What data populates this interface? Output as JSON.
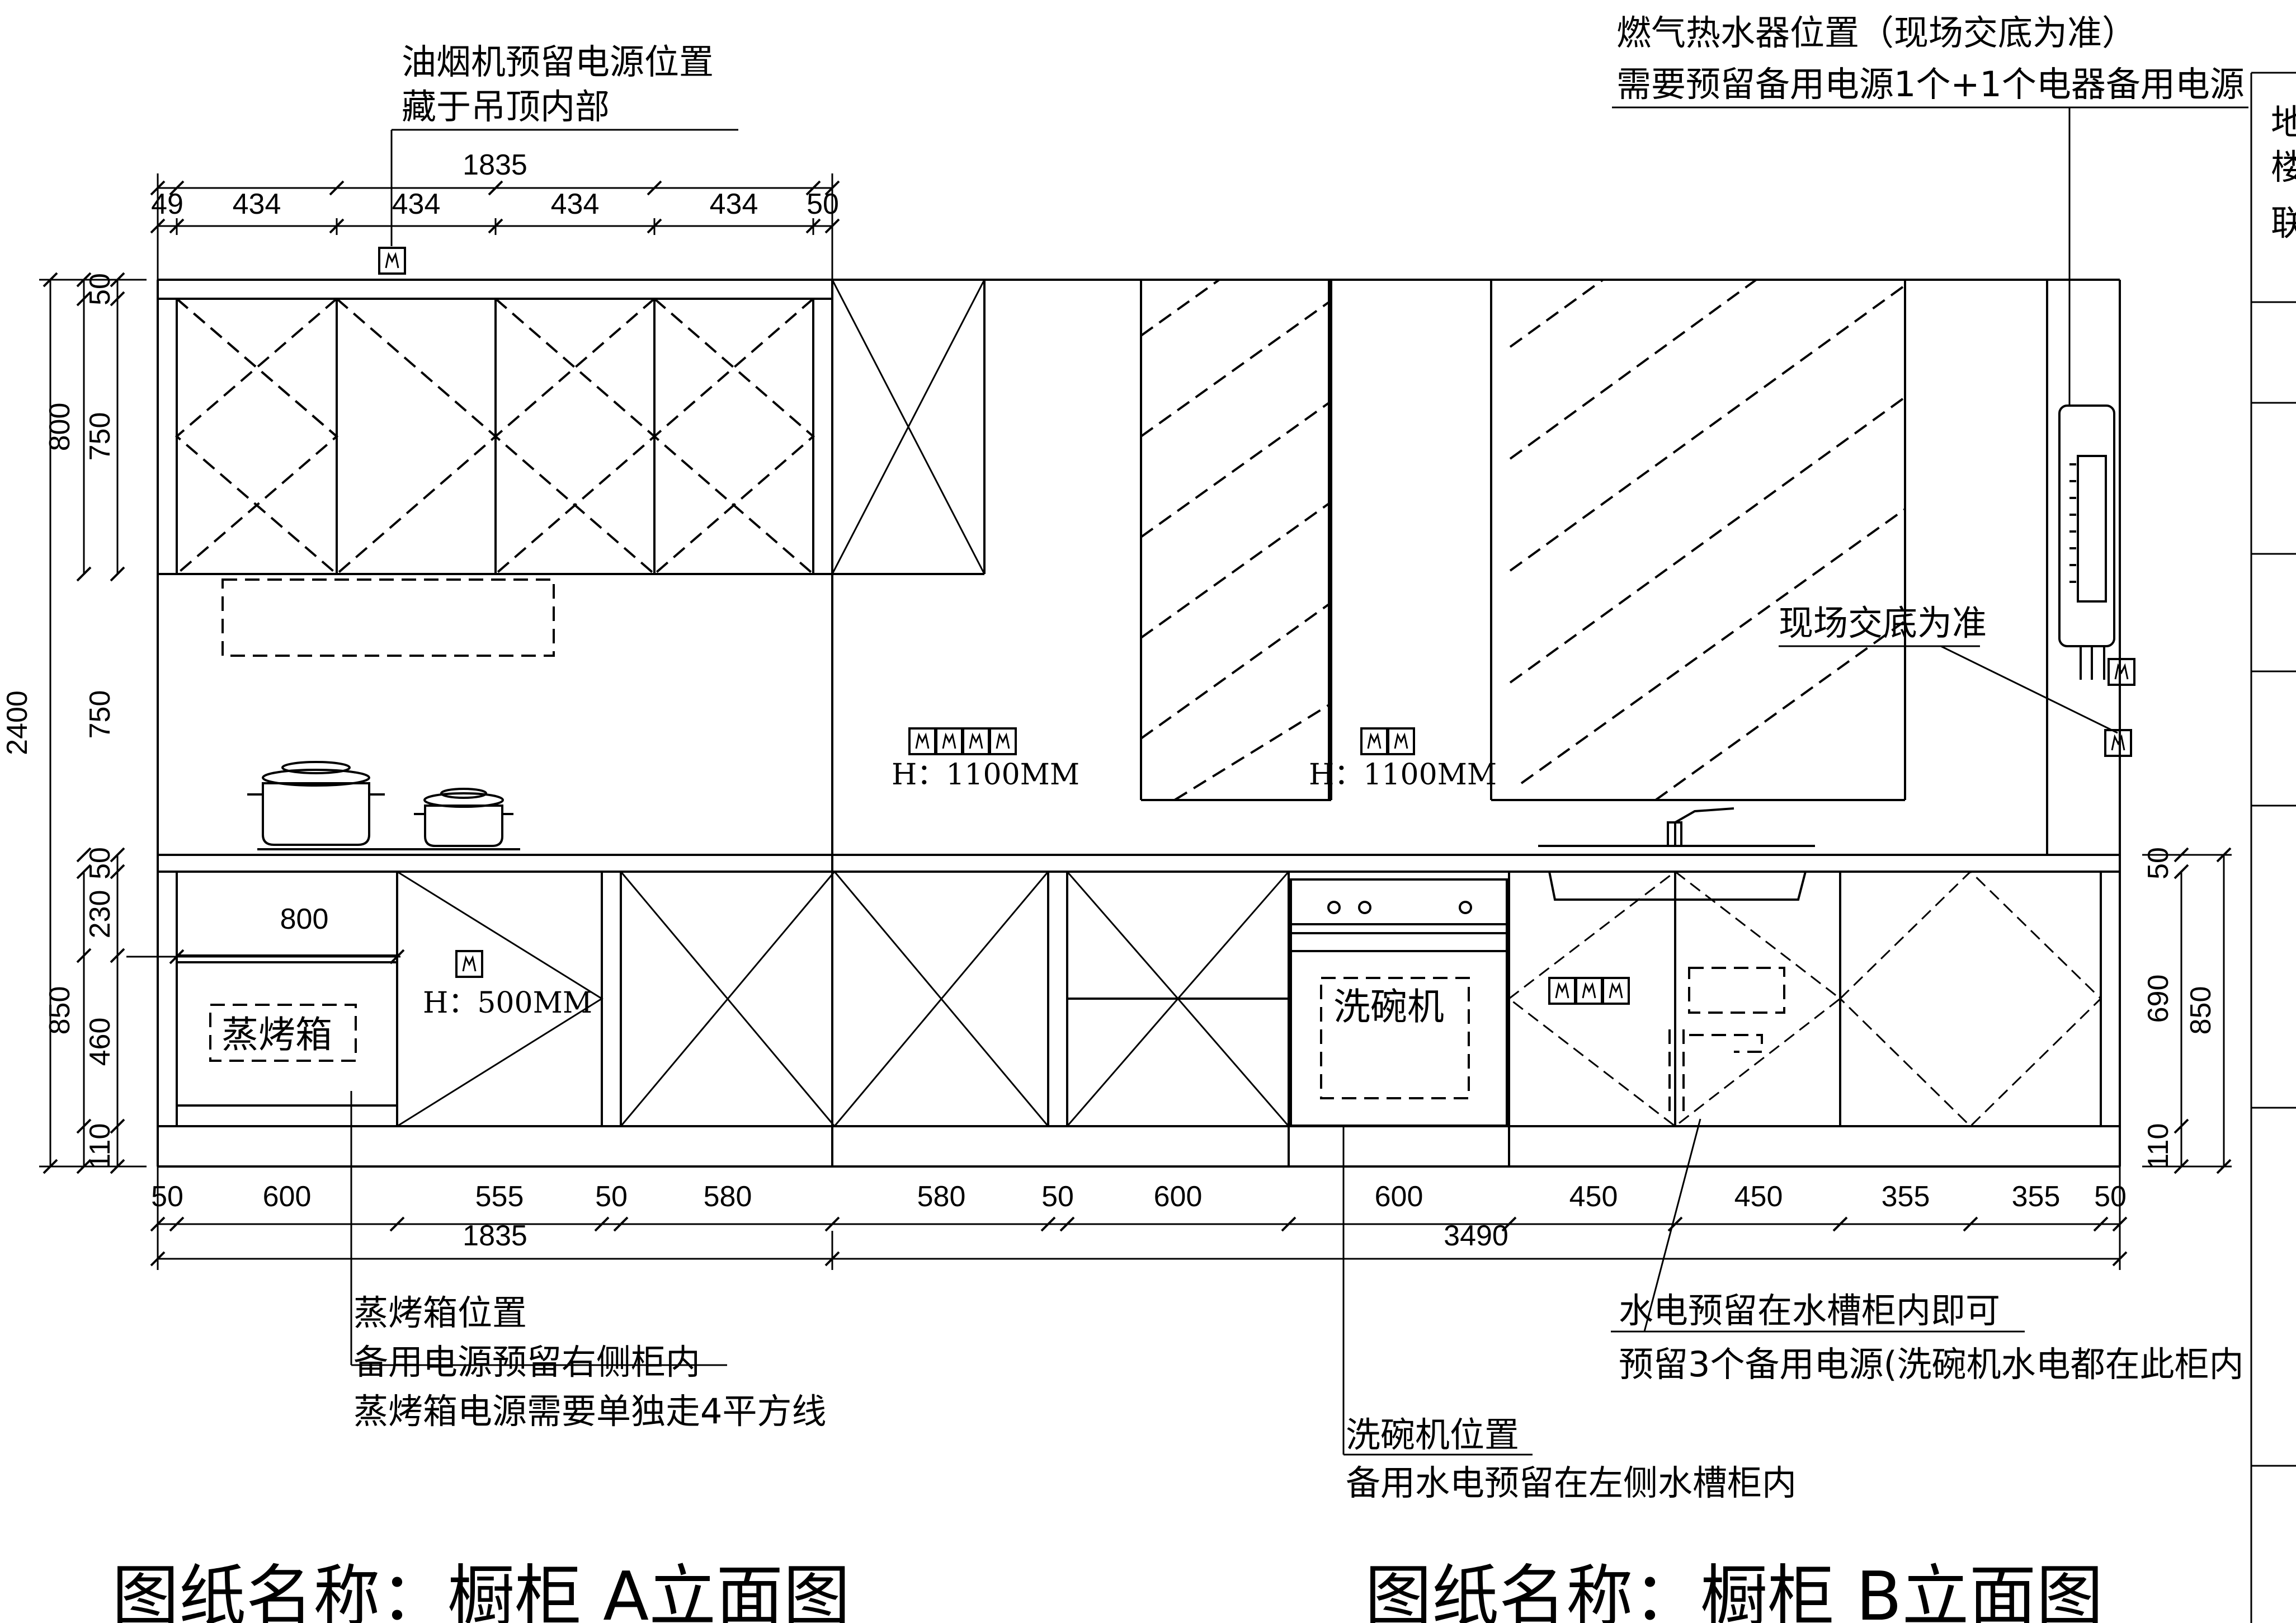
{
  "notes": {
    "hood_power_line1": "油烟机预留电源位置",
    "hood_power_line2": "藏于吊顶内部",
    "gas_heater_line1": "燃气热水器位置（现场交底为准）",
    "gas_heater_line2": "需要预留备用电源1个+1个电器备用电源",
    "site_confirm": "现场交底为准",
    "oven_line1": "蒸烤箱位置",
    "oven_line2": "备用电源预留右侧柜内",
    "oven_line3": "蒸烤箱电源需要单独走4平方线",
    "dishwasher_line1": "洗碗机位置",
    "dishwasher_line2": "备用水电预留在左侧水槽柜内",
    "sink_line1": "水电预留在水槽柜内即可",
    "sink_line2": "预留3个备用电源(洗碗机水电都在此柜内"
  },
  "appliances": {
    "steam_oven": "蒸烤箱",
    "dishwasher": "洗碗机"
  },
  "socket_heights": {
    "wall_left": "H：1100MM",
    "wall_right": "H：1100MM",
    "oven_side": "H：500MM"
  },
  "titles": {
    "elevation_a": "图纸名称：橱柜 A立面图",
    "elevation_b": "图纸名称：橱柜 B立面图"
  },
  "right_panel": {
    "chars": [
      "地",
      "楼",
      "联"
    ]
  },
  "dimensions": {
    "top_total": "1835",
    "top_segments": [
      "49",
      "434",
      "434",
      "434",
      "434",
      "50"
    ],
    "bottom_segments": [
      "50",
      "600",
      "555",
      "50",
      "580",
      "580",
      "50",
      "600",
      "600",
      "450",
      "450",
      "355",
      "355",
      "50"
    ],
    "bottom_totals": [
      "1835",
      "3490"
    ],
    "left_vertical_small": [
      "50",
      "750",
      "750",
      "50",
      "230",
      "460",
      "110"
    ],
    "left_vertical_groups": [
      "800",
      "2400",
      "850"
    ],
    "right_vertical_small": [
      "50",
      "690",
      "110"
    ],
    "right_vertical_group": "850",
    "oven_width": "800"
  }
}
